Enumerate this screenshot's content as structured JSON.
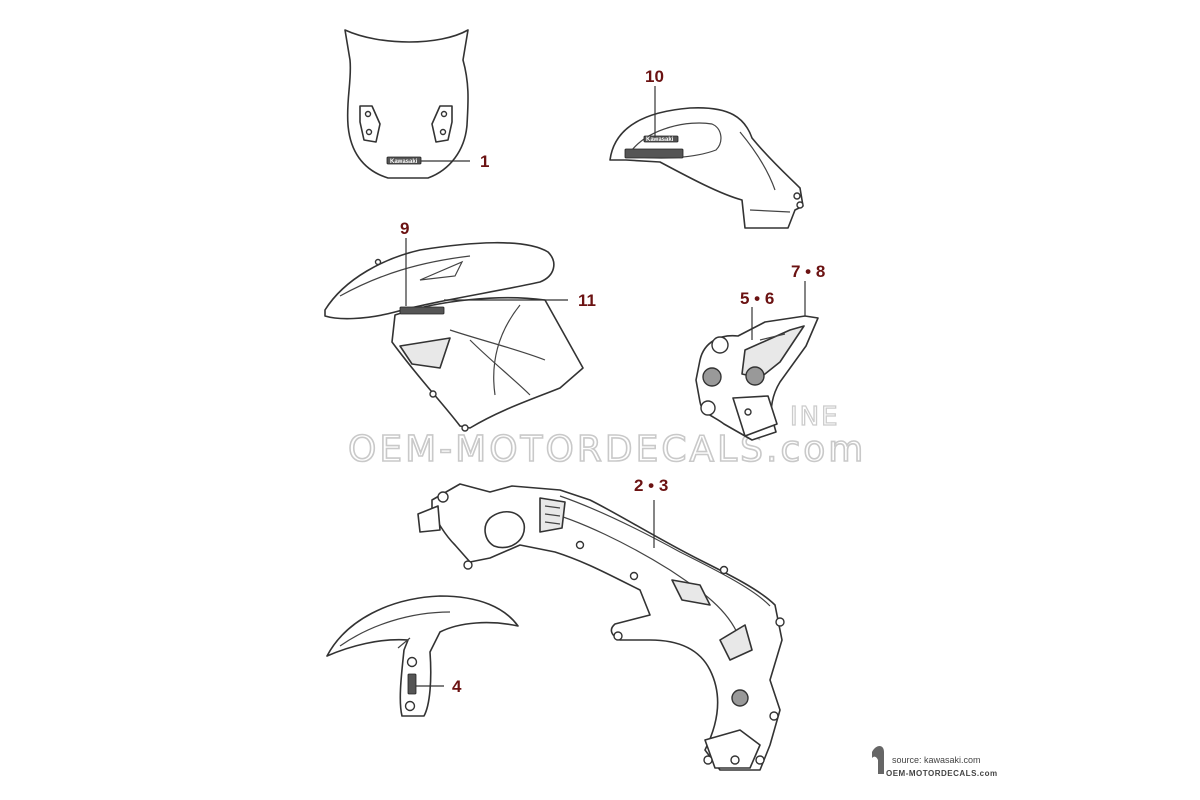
{
  "callouts": {
    "c1": "1",
    "c2_3": "2 • 3",
    "c4": "4",
    "c5_6": "5 • 6",
    "c7_8": "7 • 8",
    "c9": "9",
    "c10": "10",
    "c11": "11"
  },
  "watermark": {
    "main": "OEM-MOTORDECALS.com",
    "suffix": "INE"
  },
  "source": {
    "label": "source: kawasaki.com",
    "brand": "OEM-MOTORDECALS.com"
  },
  "decal_text": {
    "windscreen": "Kawasaki",
    "tank": "Kawasaki"
  },
  "colors": {
    "callout": "#6b1212",
    "line": "#333333",
    "watermark": "#c9c9c9"
  }
}
